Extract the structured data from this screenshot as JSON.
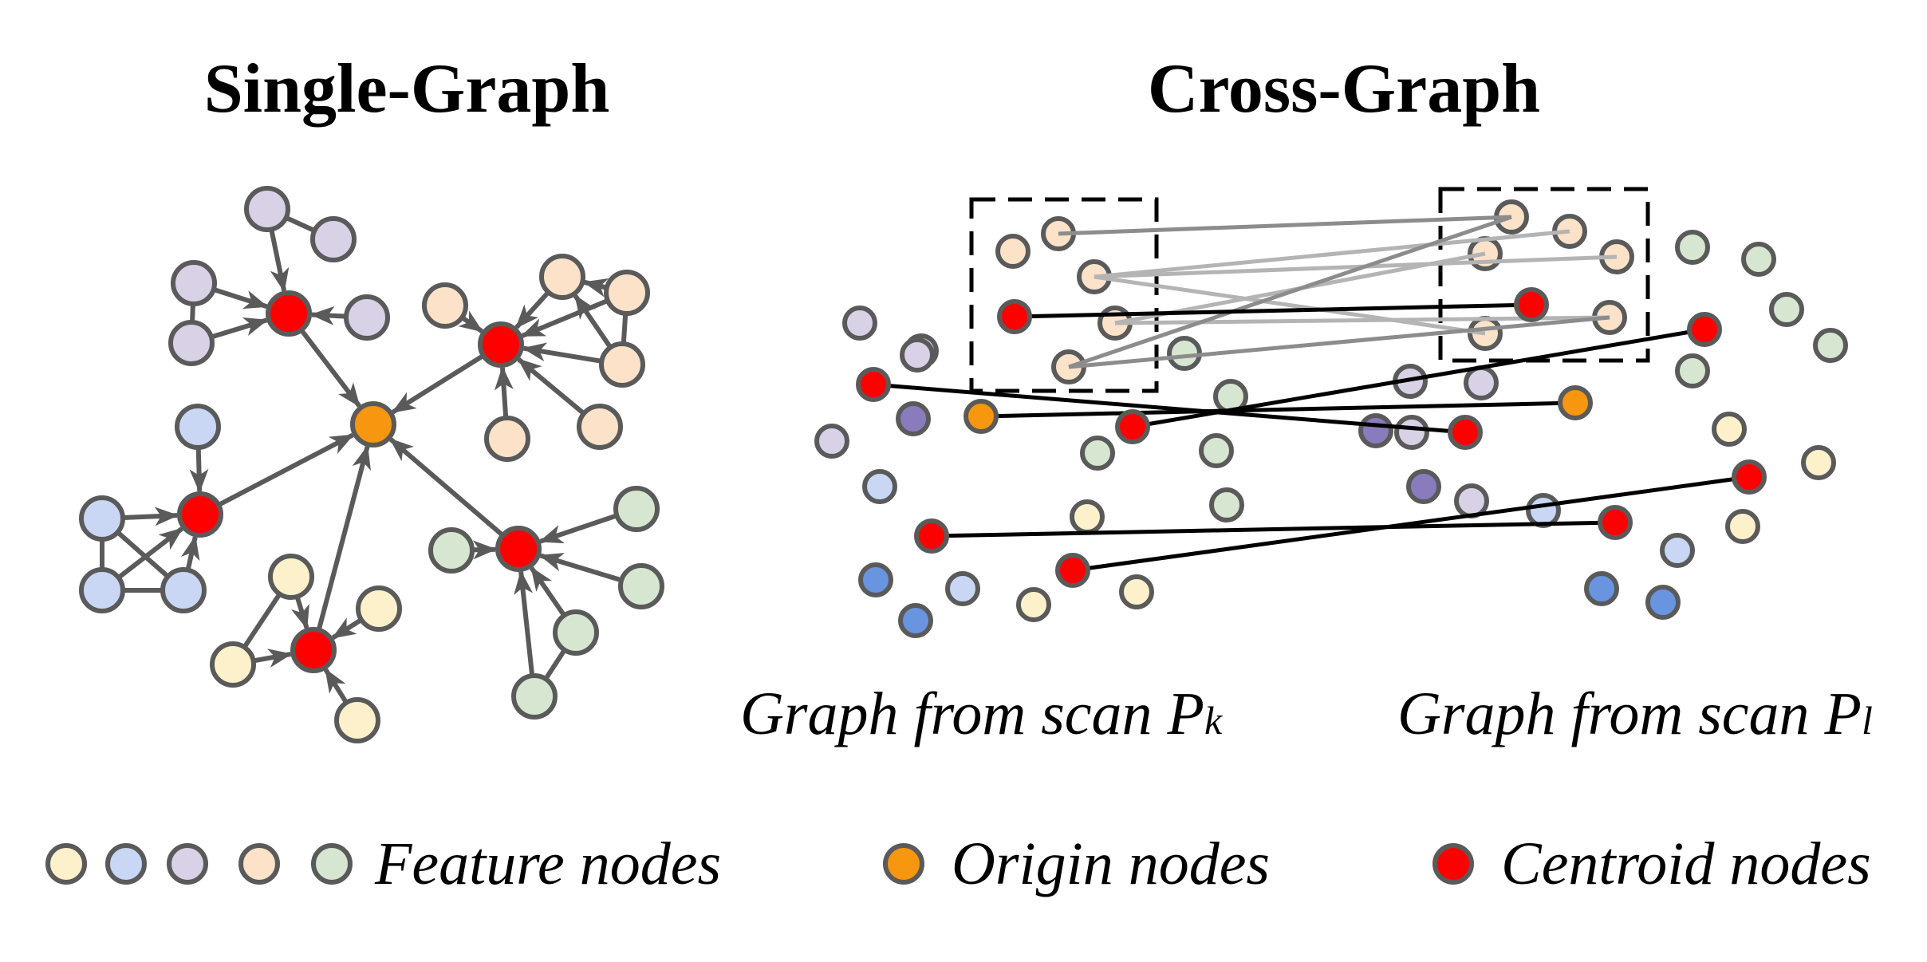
{
  "titles": {
    "single_graph": "Single-Graph",
    "cross_graph": "Cross-Graph"
  },
  "captions": {
    "scan_k_prefix": "Graph from scan P",
    "scan_k_sub": "k",
    "scan_l_prefix": "Graph from scan P",
    "scan_l_sub": "l"
  },
  "legend": {
    "feature_label": "Feature nodes",
    "origin_label": "Origin nodes",
    "centroid_label": "Centroid nodes"
  },
  "colors": {
    "yellow": "#fdf1cc",
    "blue": "#c9d7f5",
    "purple": "#d9d1e6",
    "peach": "#fbe2c9",
    "green": "#d6e6d0",
    "origin": "#f7960f",
    "centroid": "#ff0000",
    "dark_purple": "#8a7bbd",
    "dark_blue": "#6994e0",
    "node_stroke": "#5a5a5a",
    "match_black": "#000000",
    "match_grey": "#8c8c8c",
    "match_light_grey": "#b4b4b4"
  }
}
